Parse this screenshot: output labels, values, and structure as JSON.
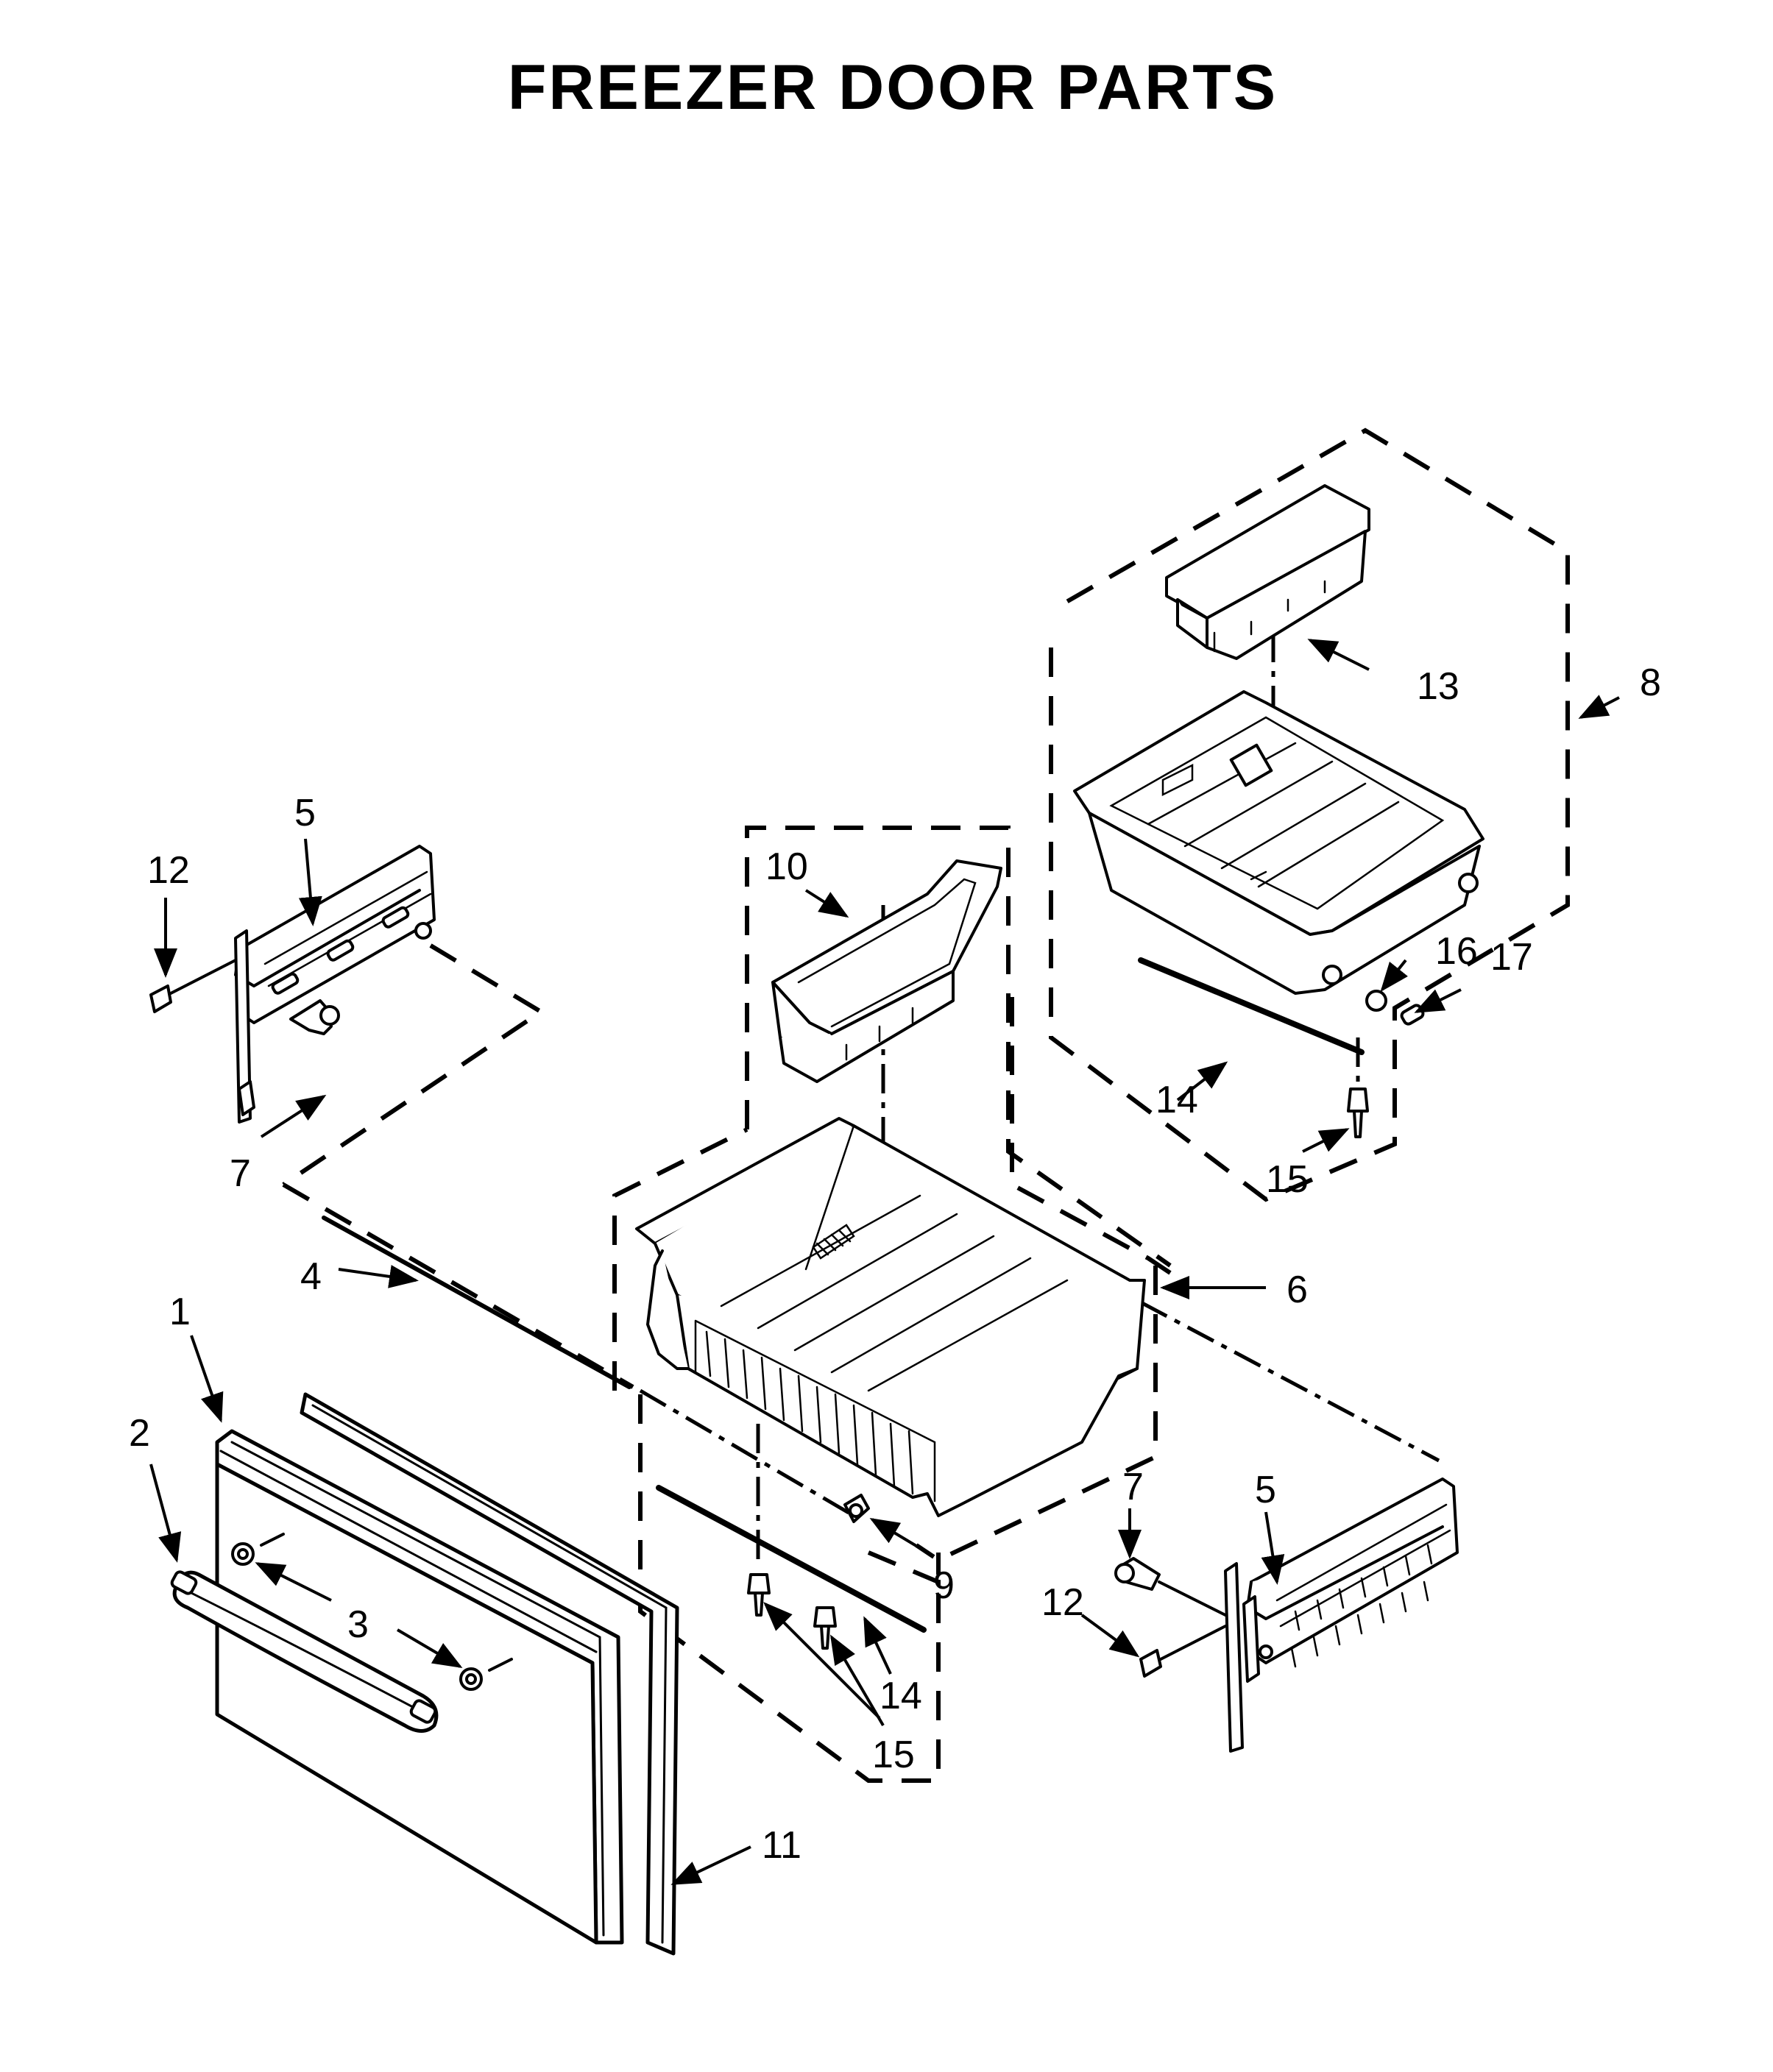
{
  "title": "FREEZER DOOR PARTS",
  "callouts": {
    "c1": "1",
    "c2": "2",
    "c3": "3",
    "c4": "4",
    "c5_left": "5",
    "c5_right": "5",
    "c6": "6",
    "c7_left": "7",
    "c7_right": "7",
    "c8": "8",
    "c9": "9",
    "c10": "10",
    "c11": "11",
    "c12_left": "12",
    "c12_right": "12",
    "c13": "13",
    "c14_upper": "14",
    "c14_lower": "14",
    "c15_upper": "15",
    "c15_lower": "15",
    "c16": "16",
    "c17": "17"
  }
}
